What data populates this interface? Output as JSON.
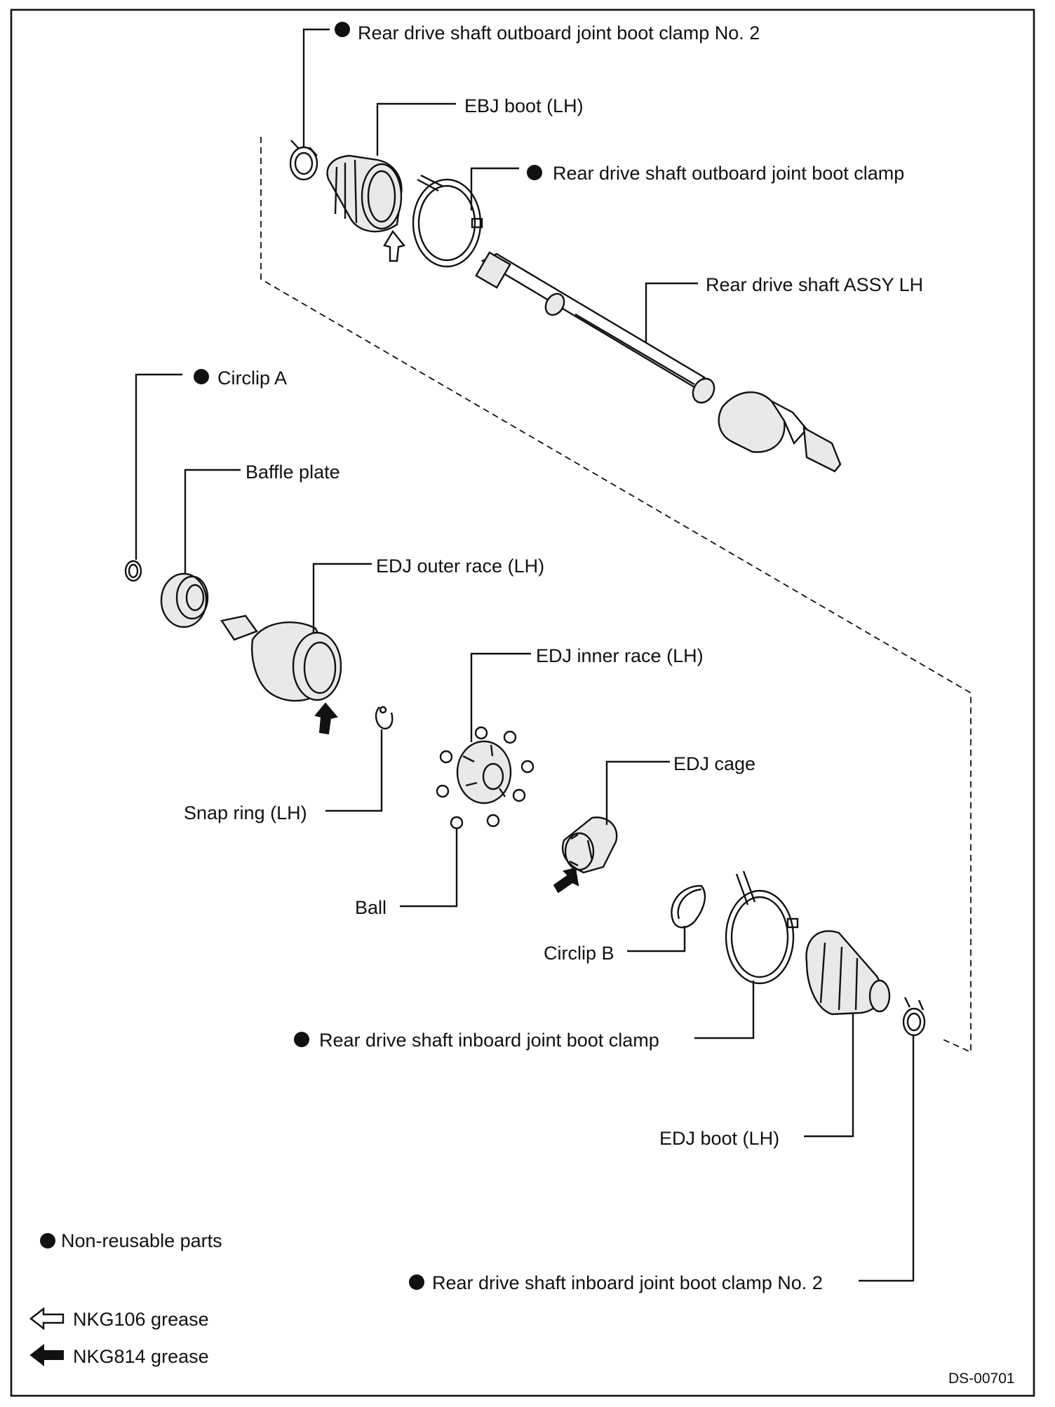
{
  "labels": {
    "outboard_clamp_no2": "Rear drive shaft outboard joint boot clamp No. 2",
    "ebj_boot": "EBJ boot (LH)",
    "outboard_clamp": "Rear drive shaft outboard joint boot clamp",
    "shaft_assy": "Rear drive shaft ASSY LH",
    "circlip_a": "Circlip A",
    "baffle_plate": "Baffle plate",
    "edj_outer_race": "EDJ outer race (LH)",
    "edj_inner_race": "EDJ inner race (LH)",
    "edj_cage": "EDJ cage",
    "snap_ring": "Snap ring (LH)",
    "ball": "Ball",
    "circlip_b": "Circlip B",
    "inboard_clamp": "Rear drive shaft inboard joint boot clamp",
    "edj_boot": "EDJ boot (LH)",
    "inboard_clamp_no2": "Rear drive shaft inboard joint boot clamp No. 2"
  },
  "legend": {
    "non_reusable": "Non-reusable parts",
    "grease_nkg106": "NKG106 grease",
    "grease_nkg814": "NKG814 grease"
  },
  "figure_code": "DS-00701",
  "icons": {
    "non_reusable_marker": "filled-circle-icon",
    "nkg106_marker": "hollow-arrow-icon",
    "nkg814_marker": "solid-arrow-icon"
  },
  "colors": {
    "ink": "#111111",
    "paper": "#ffffff"
  }
}
